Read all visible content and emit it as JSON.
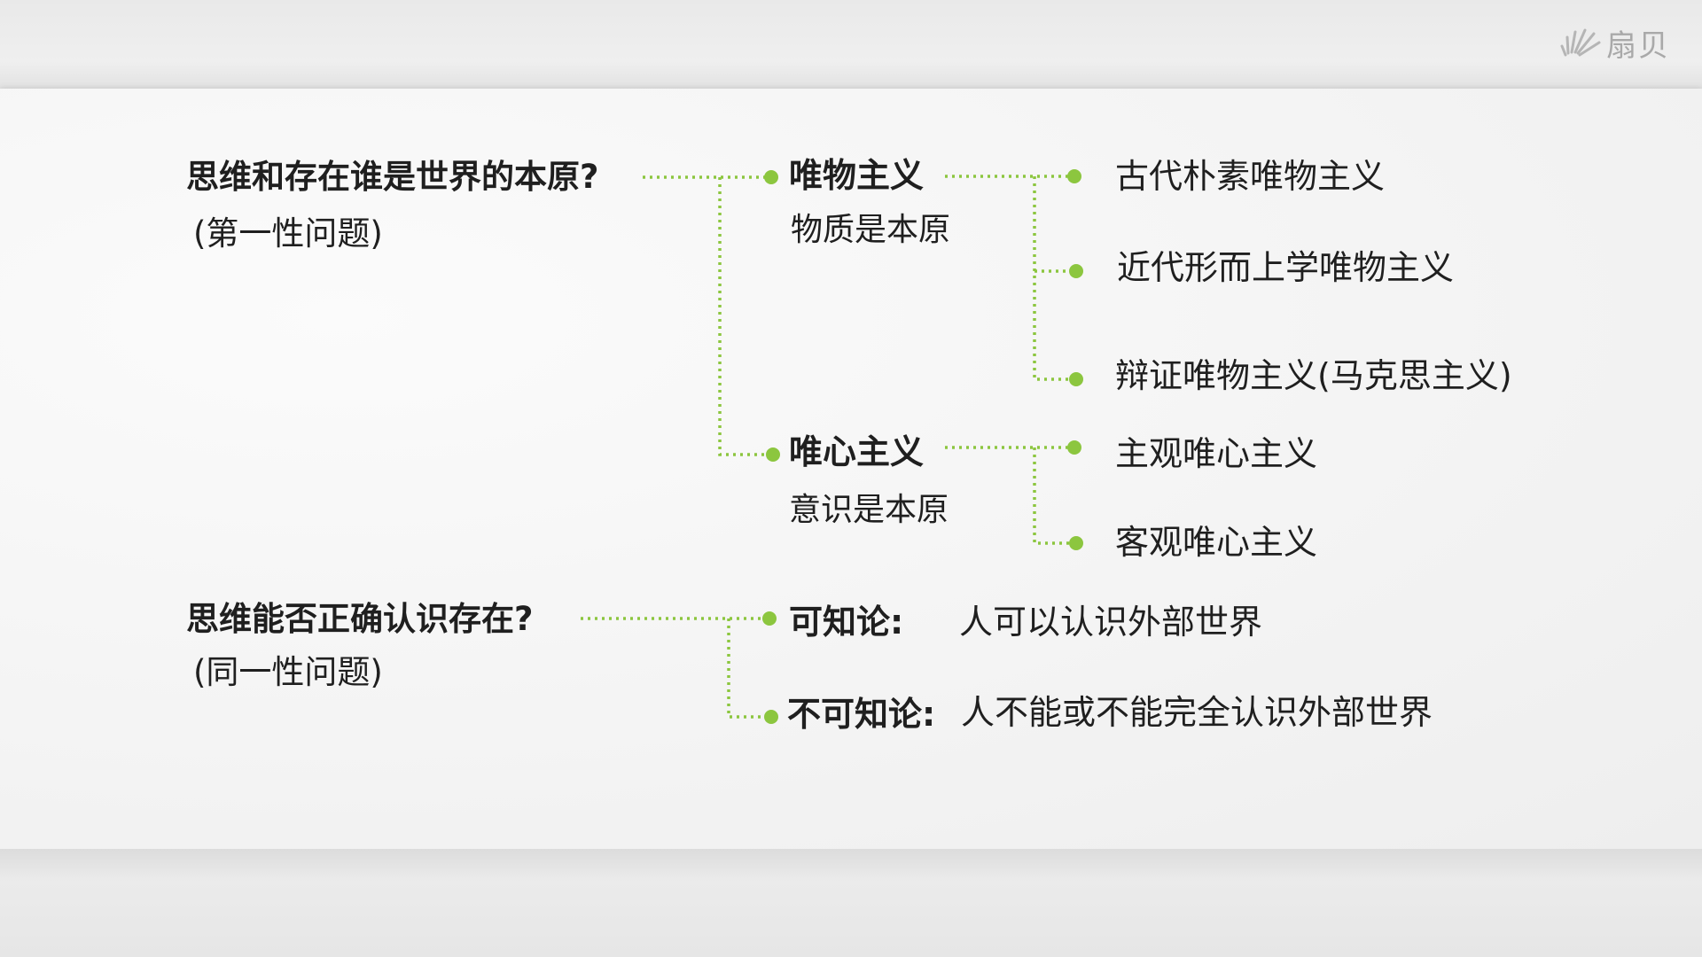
{
  "brand": {
    "logo_text": "扇贝"
  },
  "colors": {
    "connector": "#8cc63f",
    "text": "#1f1f1f"
  },
  "q1": {
    "question": "思维和存在谁是世界的本原?",
    "label": "(第一性问题)",
    "materialism": {
      "title": "唯物主义",
      "subtitle": "物质是本原",
      "branches": [
        "古代朴素唯物主义",
        "近代形而上学唯物主义",
        "辩证唯物主义(马克思主义)"
      ]
    },
    "idealism": {
      "title": "唯心主义",
      "subtitle": "意识是本原",
      "branches": [
        "主观唯心主义",
        "客观唯心主义"
      ]
    }
  },
  "q2": {
    "question": "思维能否正确认识存在?",
    "label": "(同一性问题)",
    "agnostic_no": {
      "title": "可知论:",
      "desc": "人可以认识外部世界"
    },
    "agnostic_yes": {
      "title": "不可知论:",
      "desc": "人不能或不能完全认识外部世界"
    }
  }
}
